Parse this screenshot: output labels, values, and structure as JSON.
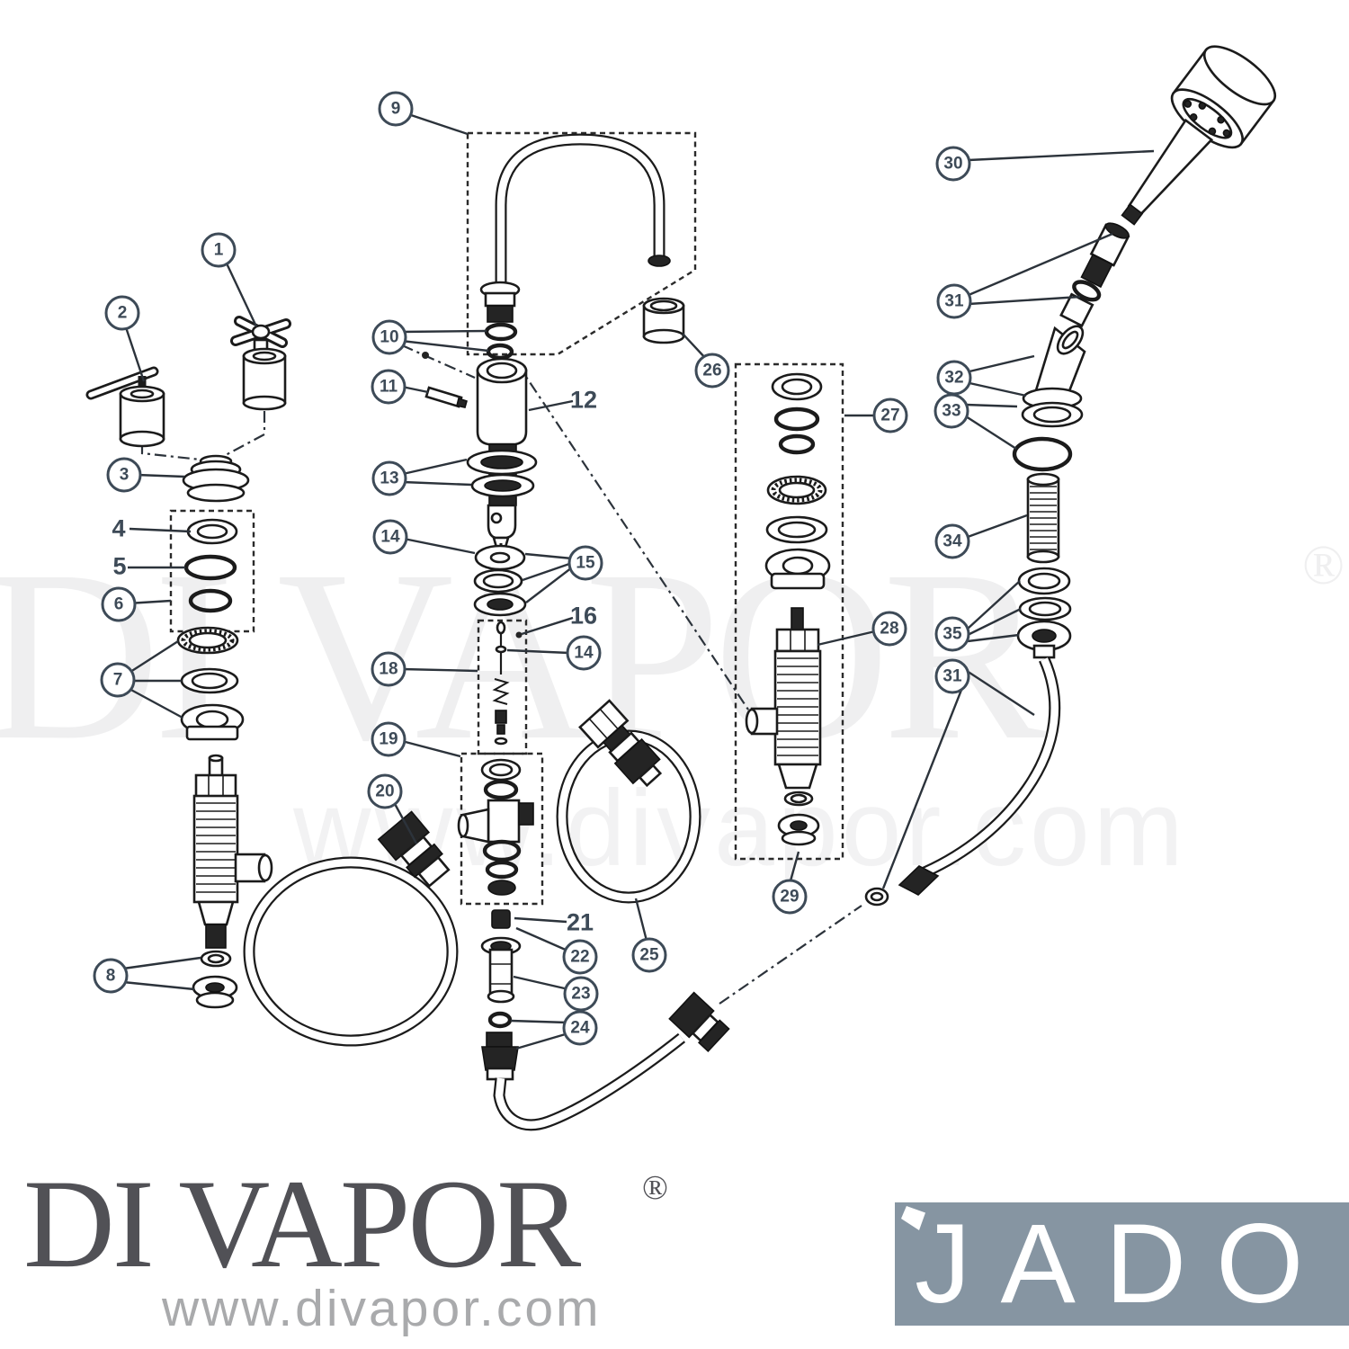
{
  "watermark": {
    "brand": "DI VAPOR",
    "registered": "®",
    "website": "www.divapor.com"
  },
  "footer": {
    "brand": "DI VAPOR",
    "registered": "®",
    "website": "www.divapor.com"
  },
  "partner": {
    "name": "JADO"
  },
  "colors": {
    "callout": "#3d4a57",
    "diagram_line": "#1b1b1b",
    "jado_background": "#8695a2",
    "footer_brand": "#515156",
    "footer_url": "#a9aaac"
  },
  "callouts": [
    {
      "label": "1"
    },
    {
      "label": "2"
    },
    {
      "label": "3"
    },
    {
      "label": "4"
    },
    {
      "label": "5"
    },
    {
      "label": "6"
    },
    {
      "label": "7"
    },
    {
      "label": "8"
    },
    {
      "label": "9"
    },
    {
      "label": "10"
    },
    {
      "label": "11"
    },
    {
      "label": "12"
    },
    {
      "label": "13"
    },
    {
      "label": "14"
    },
    {
      "label": "15"
    },
    {
      "label": "16"
    },
    {
      "label": "14"
    },
    {
      "label": "18"
    },
    {
      "label": "19"
    },
    {
      "label": "20"
    },
    {
      "label": "21"
    },
    {
      "label": "22"
    },
    {
      "label": "23"
    },
    {
      "label": "24"
    },
    {
      "label": "25"
    },
    {
      "label": "26"
    },
    {
      "label": "27"
    },
    {
      "label": "28"
    },
    {
      "label": "29"
    },
    {
      "label": "30"
    },
    {
      "label": "31"
    },
    {
      "label": "32"
    },
    {
      "label": "33"
    },
    {
      "label": "34"
    },
    {
      "label": "35"
    },
    {
      "label": "31"
    }
  ]
}
